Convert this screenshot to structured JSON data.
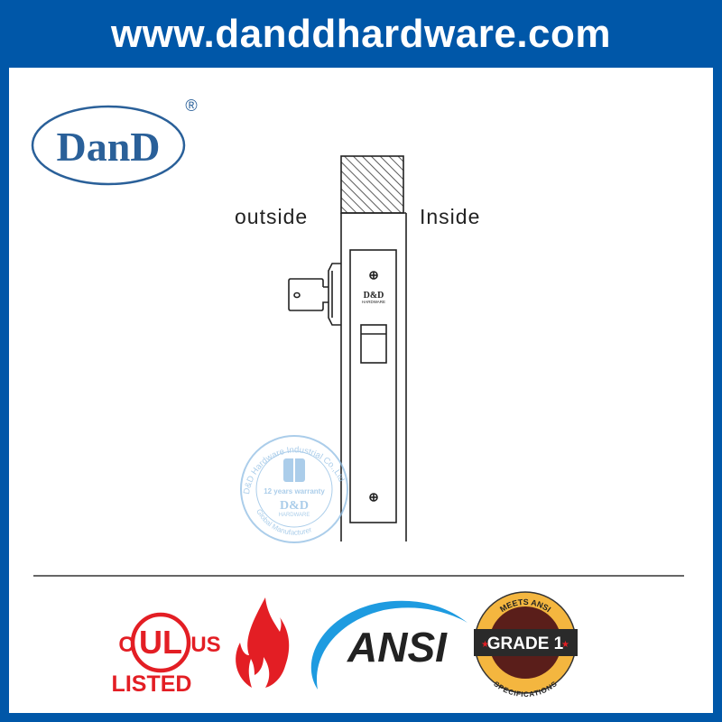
{
  "banner": {
    "url": "www.danddhardware.com"
  },
  "logo": {
    "text": "DanD",
    "registered": "®"
  },
  "diagram": {
    "outside_label": "outside",
    "inside_label": "Inside",
    "faceplate_brand": "D&D",
    "faceplate_sub": "HARDWARE"
  },
  "stamp": {
    "top_text": "D&D Hardware Industrial Co.,Ltd",
    "warranty": "12 years warranty",
    "brand": "D&D",
    "sub": "HARDWARE",
    "bottom_text": "Global Manufacturer"
  },
  "certifications": {
    "ul": {
      "c": "C",
      "ul": "UL",
      "us": "US",
      "listed": "LISTED"
    },
    "fire": {
      "icon": "flame-icon"
    },
    "ansi": {
      "text": "ANSI"
    },
    "grade": {
      "top": "MEETS ANSI",
      "center": "GRADE 1",
      "bottom": "SPECIFICATIONS"
    }
  },
  "colors": {
    "brand_blue": "#0057a8",
    "logo_blue": "#2a6099",
    "red": "#e31e24",
    "ansi_blue": "#1e9be0",
    "seal_gold": "#f4b63f",
    "seal_brown": "#5a1e1a"
  }
}
